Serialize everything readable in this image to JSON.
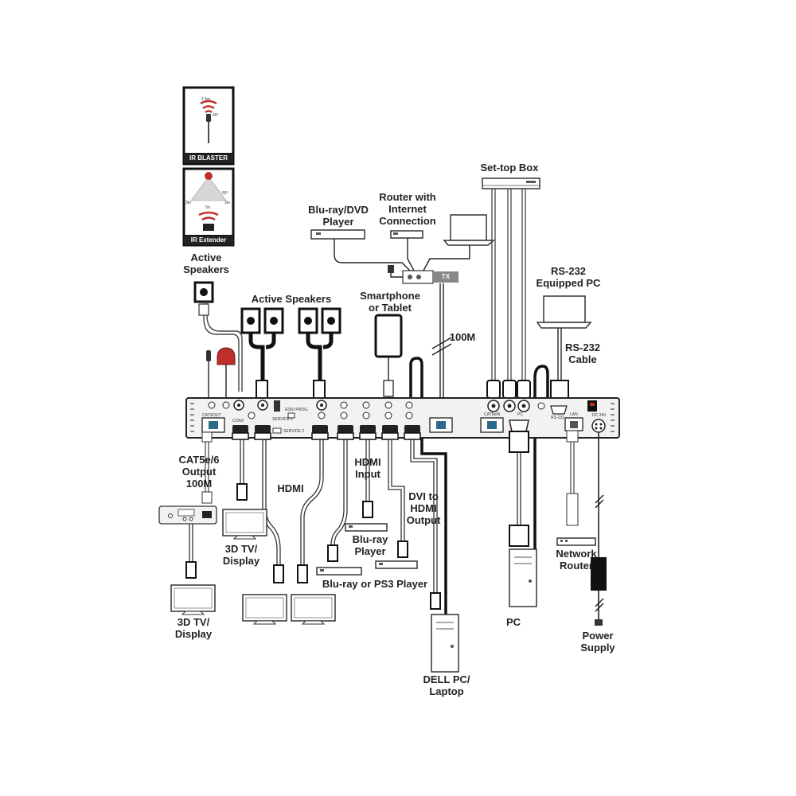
{
  "ir_blaster": {
    "caption": "IR BLASTER",
    "distance": "1.5m",
    "angle": "60°"
  },
  "ir_extender": {
    "caption": "IR Extender",
    "angle": "60°",
    "left": "3m",
    "right": "3m",
    "center": "7m"
  },
  "labels": {
    "active_speakers_left": [
      "Active",
      "Speakers"
    ],
    "active_speakers_top": "Active Speakers",
    "set_top_box": "Set-top Box",
    "router": [
      "Router with",
      "Internet",
      "Connection"
    ],
    "bluray_dvd": [
      "Blu-ray/DVD",
      "Player"
    ],
    "smartphone": [
      "Smartphone",
      "or Tablet"
    ],
    "rs232_pc": [
      "RS-232",
      "Equipped PC"
    ],
    "rs232_cable": [
      "RS-232",
      "Cable"
    ],
    "link_100m": "100M",
    "cat_output": [
      "CAT5e/6",
      "Output",
      "100M"
    ],
    "hdmi": "HDMI",
    "hdmi_input": [
      "HDMI",
      "Input"
    ],
    "tv_display_center": [
      "3D TV/",
      "Display"
    ],
    "tv_display_left": [
      "3D TV/",
      "Display"
    ],
    "bluray_player": [
      "Blu-ray",
      "Player"
    ],
    "bluray_ps3": "Blu-ray or PS3 Player",
    "dvi_hdmi": [
      "DVI to",
      "HDMI",
      "Output"
    ],
    "dell_pc": [
      "DELL PC/",
      "Laptop"
    ],
    "pc": "PC",
    "network_router": [
      "Network",
      "Router"
    ],
    "power_supply": [
      "Power",
      "Supply"
    ],
    "tx_badge": "TX"
  },
  "panel_text": {
    "catsout": "CATSOUT",
    "coax": "COAX",
    "service": "SERVICE 1",
    "service2": "SERVICE 2",
    "edid": "EDID PROG.",
    "cat5in": "CAT5eIN",
    "rs232": "RS-232",
    "lan": "LAN",
    "pc": "PC",
    "dc": "DC 24V"
  },
  "colors": {
    "ink": "#222222",
    "ir_red": "#c0302a",
    "panel": "#f2f2f2",
    "cable_dark": "#111111"
  }
}
